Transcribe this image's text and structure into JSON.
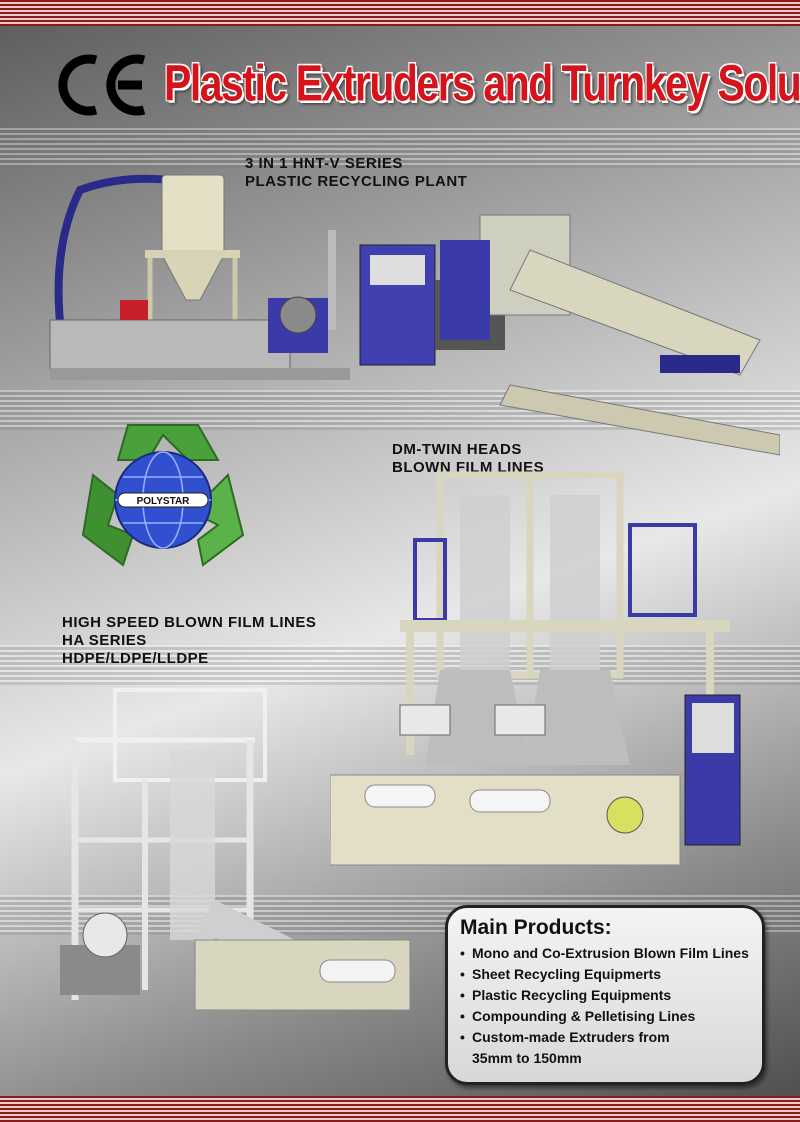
{
  "header": {
    "ce_mark": "CE",
    "title": "Plastic Extruders and Turnkey Solutions"
  },
  "sections": [
    {
      "lines": [
        "3 IN 1 HNT-V SERIES",
        "PLASTIC RECYCLING PLANT"
      ]
    },
    {
      "lines": [
        "DM-TWIN HEADS",
        "BLOWN FILM LINES"
      ]
    },
    {
      "lines": [
        "HIGH SPEED BLOWN FILM LINES",
        "HA SERIES",
        "HDPE/LDPE/LLDPE"
      ]
    }
  ],
  "logo": {
    "text": "POLYSTAR"
  },
  "main_products": {
    "title": "Main Products:",
    "items": [
      "Mono and Co-Extrusion Blown Film Lines",
      "Sheet Recycling Equipmerts",
      "Plastic Recycling Equipments",
      "Compounding & Pelletising Lines",
      "Custom-made Extruders from",
      "35mm to 150mm"
    ]
  },
  "colors": {
    "title_red": "#d4141a",
    "stripe_red": "#8b1a1a",
    "machine_blue": "#3a3aa8",
    "machine_cream": "#e8e4cc",
    "logo_green": "#4aa03a"
  }
}
